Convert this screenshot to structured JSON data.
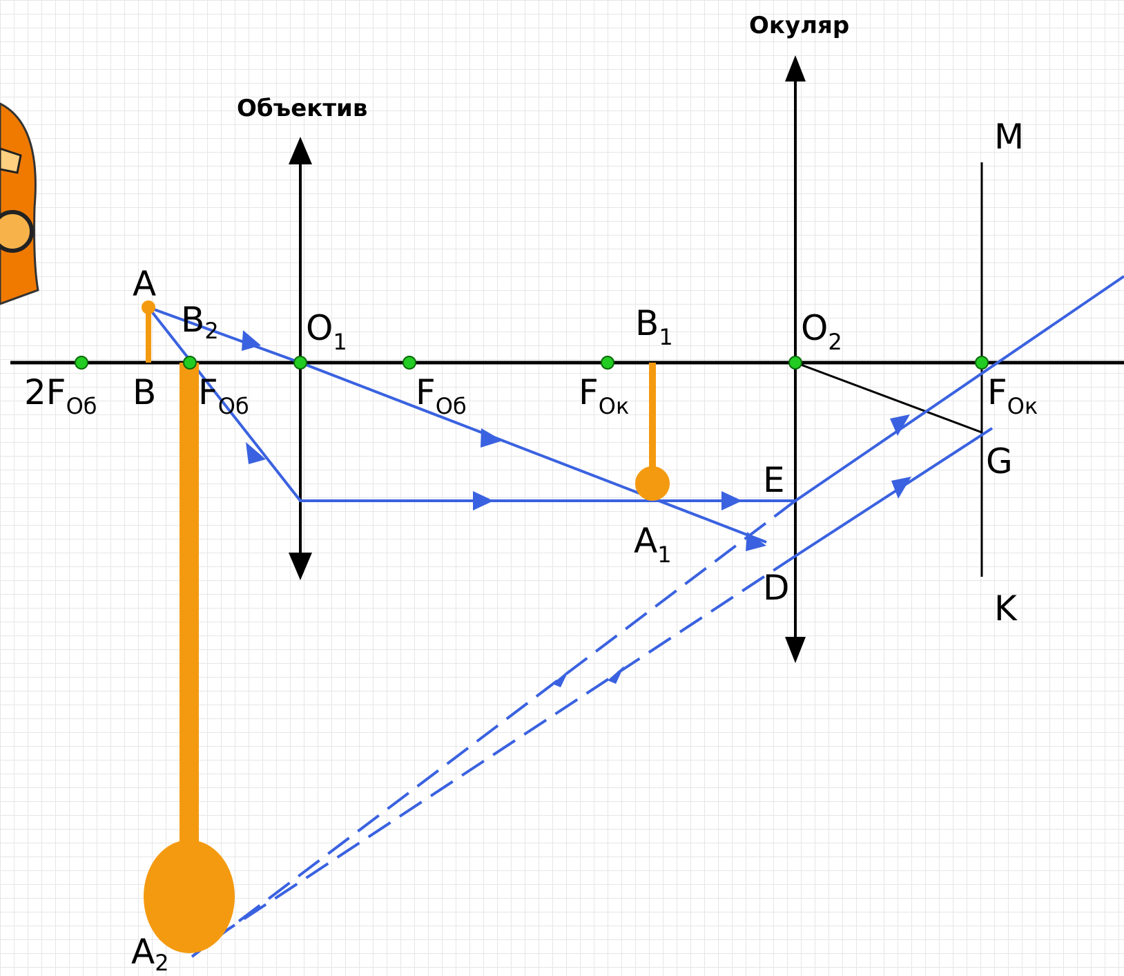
{
  "headings": {
    "objective": "Объектив",
    "eyepiece": "Окуляр"
  },
  "labels": {
    "A": "A",
    "B": "B",
    "B2_main": "B",
    "B2_sub": "2",
    "O1_main": "O",
    "O1_sub": "1",
    "B1_main": "B",
    "B1_sub": "1",
    "O2_main": "O",
    "O2_sub": "2",
    "twoF_ob_main": "2F",
    "twoF_ob_sub": "Об",
    "F_ob_left_main": "F",
    "F_ob_left_sub": "Об",
    "F_ob_right_main": "F",
    "F_ob_right_sub": "Об",
    "F_ok_left_main": "F",
    "F_ok_left_sub": "Ок",
    "F_ok_right_main": "F",
    "F_ok_right_sub": "Ок",
    "A1_main": "A",
    "A1_sub": "1",
    "A2_main": "A",
    "A2_sub": "2",
    "E": "E",
    "D": "D",
    "G": "G",
    "M": "M",
    "K": "K"
  },
  "colors": {
    "ray": "#3a62e0",
    "object": "#f49a10",
    "focal_point": "#22cc22",
    "axis": "#000000",
    "icon": "#f07a00"
  }
}
